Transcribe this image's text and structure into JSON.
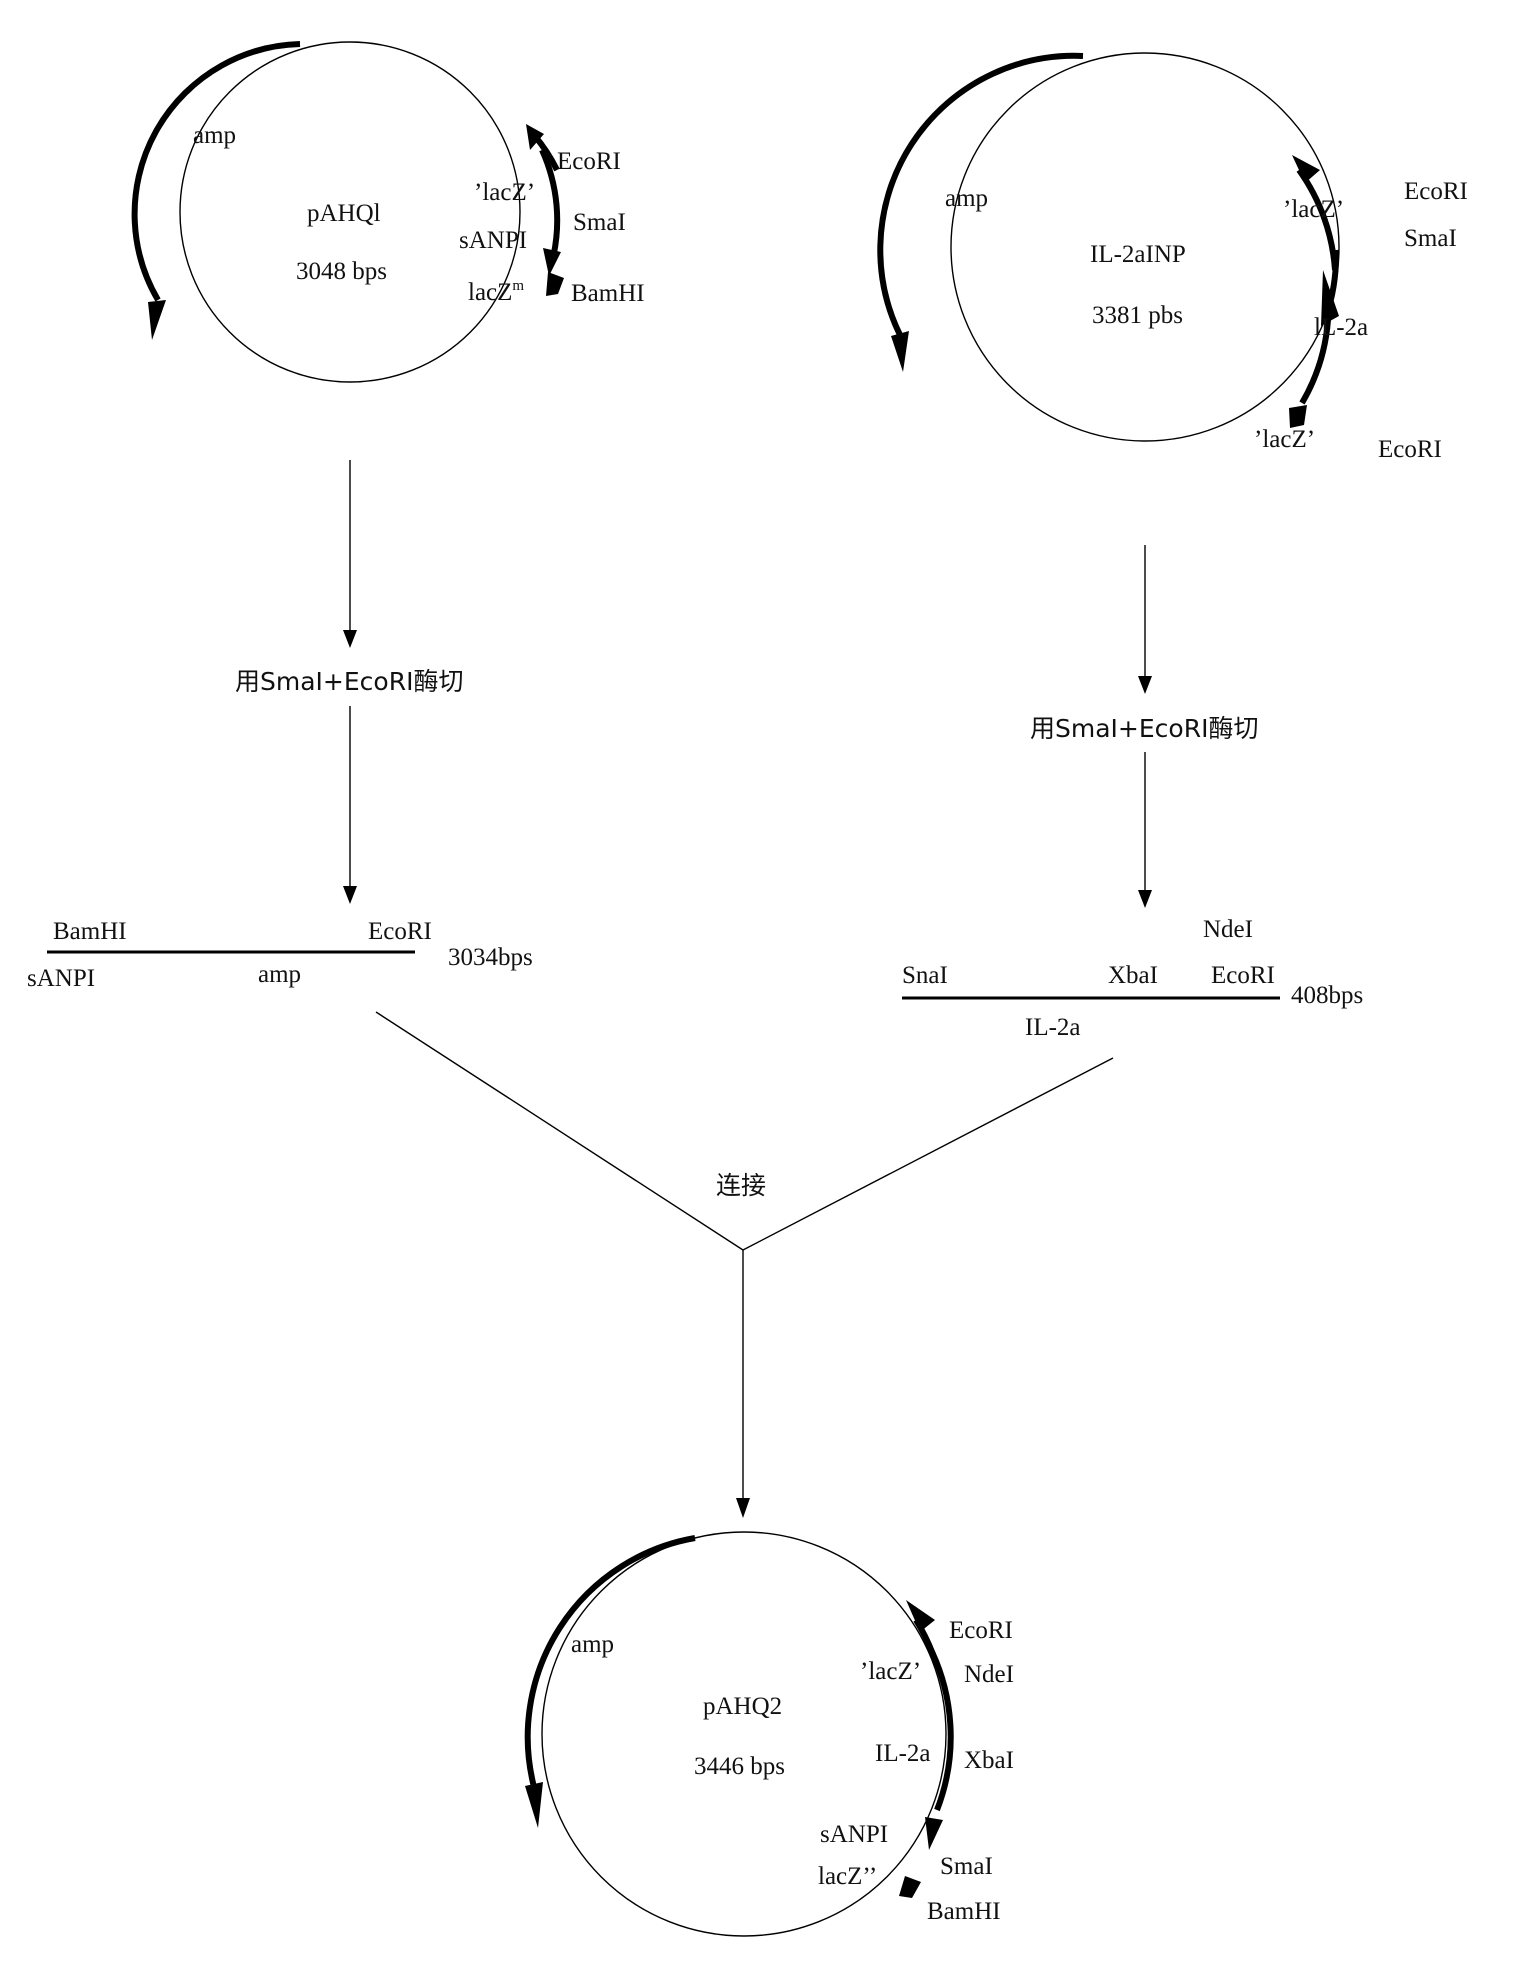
{
  "plasmid1": {
    "name": "pAHQl",
    "size": "3048 bps",
    "labels": {
      "amp": "amp",
      "lacz_prime": "’lacZ’",
      "sanpi": "sANPI",
      "lacz_m_base": "lacZ",
      "lacz_m_sup": "m",
      "ecori": "EcoRI",
      "smai": "SmaI",
      "bamhi": "BamHI"
    }
  },
  "plasmid2": {
    "name": "IL-2aINP",
    "size": "3381 pbs",
    "labels": {
      "amp": "amp",
      "lacz_top": "’lacZ’",
      "il2a": "lL-2a",
      "lacz_bottom": "’lacZ’",
      "ecori_top": "EcoRI",
      "smai": "SmaI",
      "ecori_bottom": "EcoRI"
    }
  },
  "step_digest_left": "用SmaI+EcoRI酶切",
  "step_digest_right": "用SmaI+EcoRI酶切",
  "fragment1": {
    "bamhi": "BamHI",
    "ecori": "EcoRI",
    "size": "3034bps",
    "sanpi": "sANPI",
    "amp": "amp"
  },
  "fragment2": {
    "ndei": "NdeI",
    "snai": "SnaI",
    "xbai": "XbaI",
    "ecori": "EcoRI",
    "size": "408bps",
    "il2a": "IL-2a"
  },
  "ligation_label": "连接",
  "plasmid3": {
    "name": "pAHQ2",
    "size": "3446 bps",
    "labels": {
      "amp": "amp",
      "lacz_prime": "’lacZ’",
      "il2a": "IL-2a",
      "sanpi": "sANPI",
      "lacz_dbl": "lacZ’’",
      "ecori": "EcoRI",
      "ndei": "NdeI",
      "xbai": "XbaI",
      "smai": "SmaI",
      "bamhi": "BamHI"
    }
  }
}
